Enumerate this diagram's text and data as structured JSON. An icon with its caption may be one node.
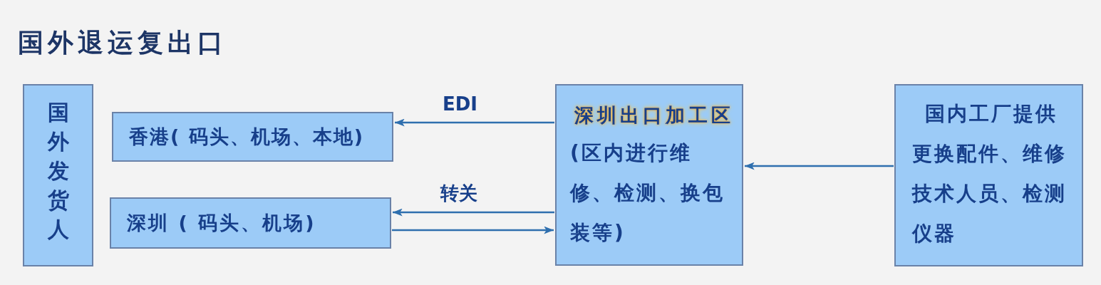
{
  "diagram": {
    "title": "国外退运复出口",
    "nodes": [
      {
        "text": [
          "国外发货人"
        ]
      },
      {
        "text": [
          "香港( 码头、机场、本地)"
        ]
      },
      {
        "text": [
          "深圳 ( 码头、机场)"
        ]
      },
      {
        "text": [
          "深圳出口加工区",
          "(区内进行维修、检测、换包装等)"
        ]
      },
      {
        "text": [
          "国内工厂提供更换配件、维修技术人员、检测仪器"
        ]
      }
    ],
    "edges": [
      {
        "from": 3,
        "to": 1,
        "arrow": "to",
        "label": "EDI"
      },
      {
        "from": 3,
        "to": 2,
        "arrow": "to",
        "label": "转关"
      },
      {
        "from": 2,
        "to": 3,
        "arrow": "to"
      },
      {
        "from": 4,
        "to": 3,
        "arrow": "to"
      }
    ]
  }
}
